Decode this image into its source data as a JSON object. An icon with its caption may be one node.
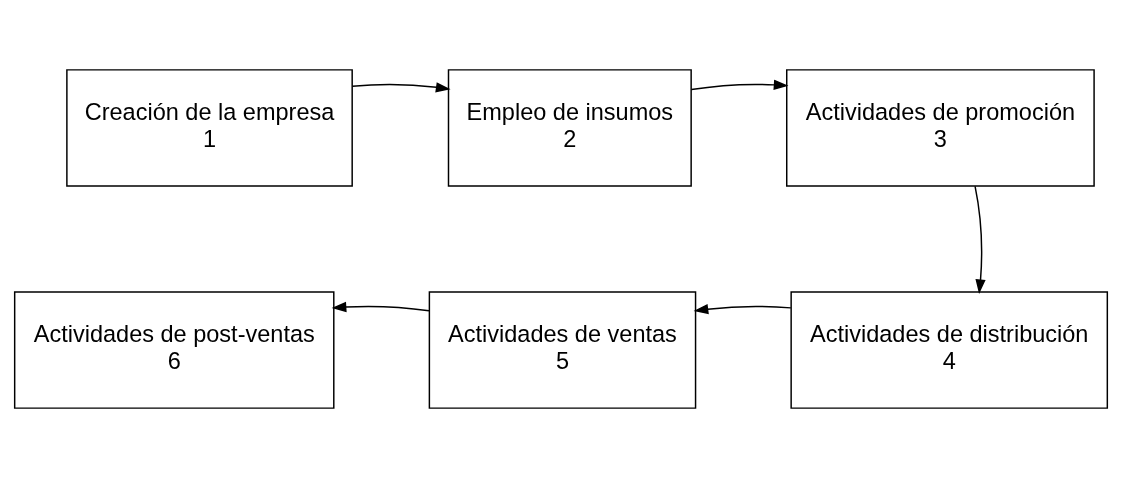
{
  "diagram": {
    "nodes": [
      {
        "text": [
          "Creación de la empresa",
          "1"
        ]
      },
      {
        "text": [
          "Empleo de insumos",
          "2"
        ]
      },
      {
        "text": [
          "Actividades de promoción",
          "3"
        ]
      },
      {
        "text": [
          "Actividades de distribución",
          "4"
        ]
      },
      {
        "text": [
          "Actividades de ventas",
          "5"
        ]
      },
      {
        "text": [
          "Actividades de post-ventas",
          "6"
        ]
      }
    ],
    "edges": [
      {
        "from": 0,
        "to": 1,
        "arrow": "to"
      },
      {
        "from": 1,
        "to": 2,
        "arrow": "to"
      },
      {
        "from": 2,
        "to": 3,
        "arrow": "to"
      },
      {
        "from": 3,
        "to": 4,
        "arrow": "to"
      },
      {
        "from": 4,
        "to": 5,
        "arrow": "to"
      }
    ]
  }
}
